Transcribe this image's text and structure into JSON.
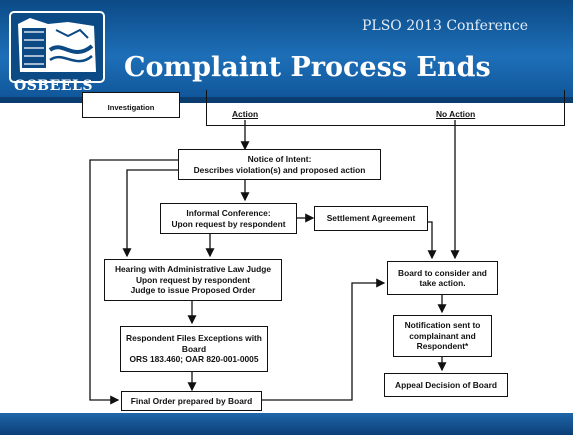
{
  "header": {
    "logo_text": "OSBEELS",
    "conference": "PLSO 2013 Conference",
    "title": "Complaint Process Ends"
  },
  "diagram": {
    "partial_top_box": "Investigation",
    "action_label": "Action",
    "no_action_label": "No Action",
    "notice": [
      "Notice of Intent:",
      "Describes violation(s) and proposed action"
    ],
    "informal": [
      "Informal Conference:",
      "Upon request by respondent"
    ],
    "settlement": "Settlement Agreement",
    "hearing": [
      "Hearing with Administrative Law Judge",
      "Upon request by respondent",
      "Judge to issue Proposed Order"
    ],
    "exceptions": [
      "Respondent Files Exceptions with",
      "Board",
      "ORS 183.460; OAR 820-001-0005"
    ],
    "final_order": "Final Order prepared by Board",
    "board_consider": [
      "Board to consider and",
      "take action."
    ],
    "notification": [
      "Notification sent to",
      "complainant and",
      "Respondent*"
    ],
    "appeal": "Appeal Decision of Board"
  },
  "colors": {
    "header_blue": "#1d6fb8",
    "line": "#111111"
  }
}
